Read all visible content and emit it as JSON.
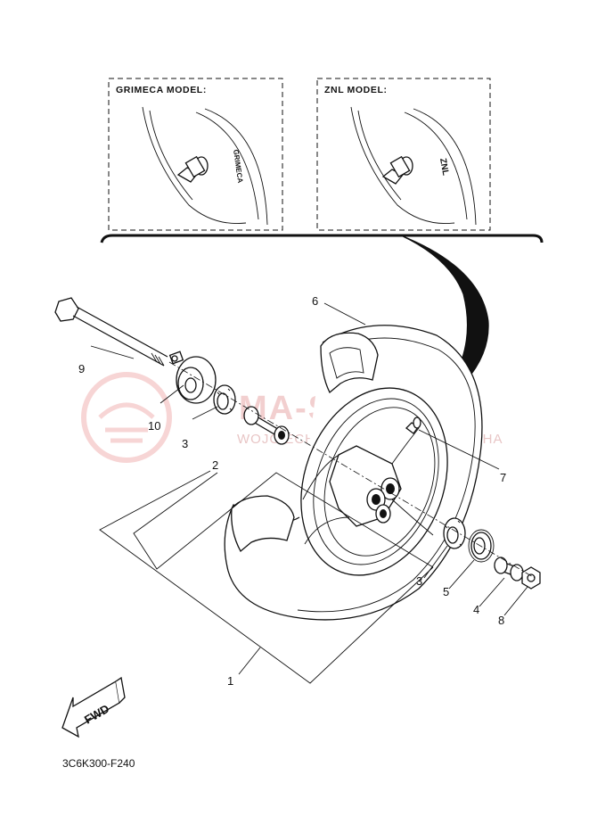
{
  "panels": {
    "left_title": "GRIMECA MODEL:",
    "left_tire_text": "GRIMECA",
    "right_title": "ZNL MODEL:",
    "right_tire_text": "ZNL"
  },
  "watermark": {
    "text": "MA-SKLEP.PL",
    "subtext": "WOJCIECHOWICZ · DEALER YAMAHA"
  },
  "callouts": [
    "1",
    "2",
    "3",
    "3",
    "4",
    "5",
    "6",
    "7",
    "8",
    "9",
    "10"
  ],
  "fwd_label": "FWD",
  "diagram_code": "3C6K300-F240"
}
